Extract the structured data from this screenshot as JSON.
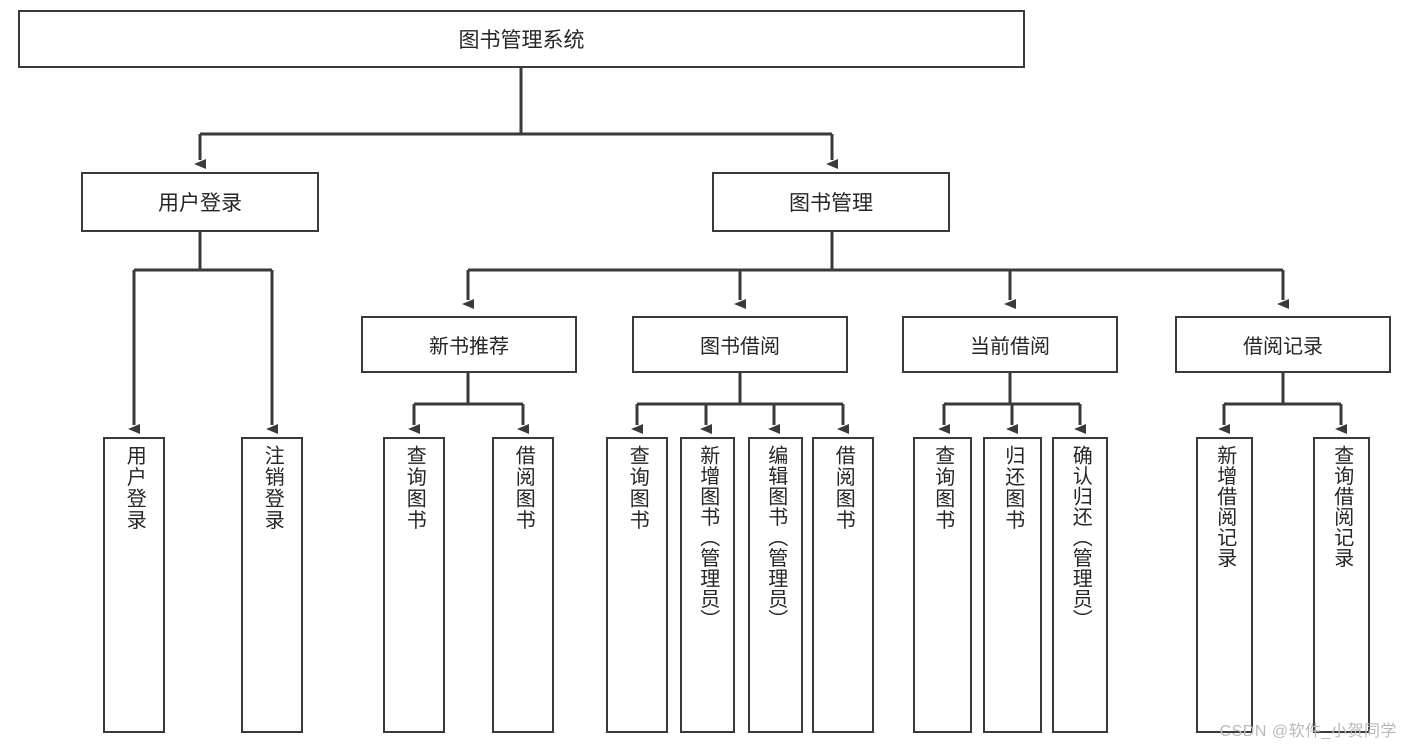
{
  "diagram": {
    "title": "图书管理系统",
    "type": "tree",
    "root": {
      "id": "root",
      "label": "图书管理系统"
    },
    "level1": [
      {
        "id": "user-login",
        "label": "用户登录"
      },
      {
        "id": "book-manage",
        "label": "图书管理"
      }
    ],
    "level2": [
      {
        "id": "new-book-recommend",
        "label": "新书推荐"
      },
      {
        "id": "book-borrow",
        "label": "图书借阅"
      },
      {
        "id": "current-borrow",
        "label": "当前借阅"
      },
      {
        "id": "borrow-record",
        "label": "借阅记录"
      }
    ],
    "leaves": [
      {
        "id": "leaf-user-login",
        "label": "用户登录",
        "parent": "user-login"
      },
      {
        "id": "leaf-user-logout",
        "label": "注销登录",
        "parent": "user-login"
      },
      {
        "id": "leaf-query-book-1",
        "label": "查询图书",
        "parent": "new-book-recommend"
      },
      {
        "id": "leaf-borrow-book-1",
        "label": "借阅图书",
        "parent": "new-book-recommend"
      },
      {
        "id": "leaf-query-book-2",
        "label": "查询图书",
        "parent": "book-borrow"
      },
      {
        "id": "leaf-add-book",
        "label": "新增图书（管理员）",
        "parent": "book-borrow"
      },
      {
        "id": "leaf-edit-book",
        "label": "编辑图书（管理员）",
        "parent": "book-borrow"
      },
      {
        "id": "leaf-borrow-book-2",
        "label": "借阅图书",
        "parent": "book-borrow"
      },
      {
        "id": "leaf-query-book-3",
        "label": "查询图书",
        "parent": "current-borrow"
      },
      {
        "id": "leaf-return-book",
        "label": "归还图书",
        "parent": "current-borrow"
      },
      {
        "id": "leaf-confirm-return",
        "label": "确认归还（管理员）",
        "parent": "current-borrow"
      },
      {
        "id": "leaf-add-record",
        "label": "新增借阅记录",
        "parent": "borrow-record"
      },
      {
        "id": "leaf-query-record",
        "label": "查询借阅记录",
        "parent": "borrow-record"
      }
    ],
    "colors": {
      "stroke": "#3a3a3a",
      "text": "#262626",
      "background": "#ffffff",
      "watermark": "#b9b9b9"
    }
  },
  "watermark": {
    "text": "CSDN @软件_小贺同学"
  }
}
